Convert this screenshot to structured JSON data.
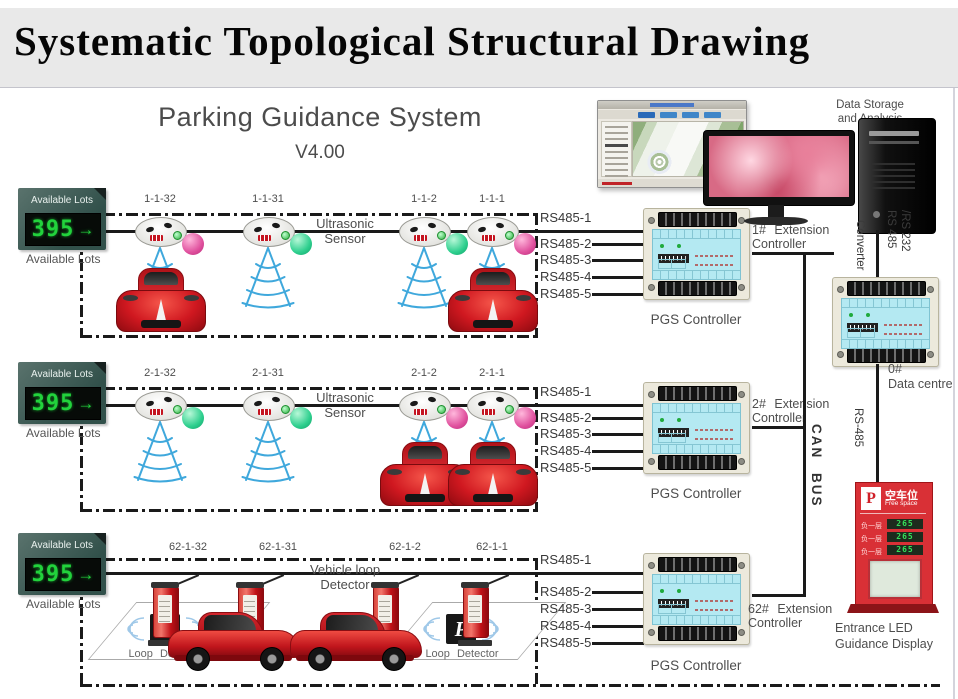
{
  "header": {
    "title": "Systematic Topological Structural Drawing"
  },
  "diagram": {
    "title": "Parking Guidance System",
    "version": "V4.00"
  },
  "sign": {
    "label": "Available Lots",
    "count": "395",
    "arrow": "→",
    "caption": "Available Lots"
  },
  "rows": [
    {
      "zone": "ultrasonic",
      "sensor_ids": [
        "1-1-32",
        "1-1-31",
        "1-1-2",
        "1-1-1"
      ],
      "sensor_states": [
        "occupied",
        "free",
        "free",
        "occupied"
      ],
      "type_label_1": "Ultrasonic",
      "type_label_2": "Sensor",
      "bus": [
        "RS485-1",
        "RS485-2",
        "RS485-3",
        "RS485-4",
        "RS485-5"
      ],
      "controller": "PGS Controller",
      "ext_1": "1# Extension",
      "ext_2": "Controller"
    },
    {
      "zone": "ultrasonic",
      "sensor_ids": [
        "2-1-32",
        "2-1-31",
        "2-1-2",
        "2-1-1"
      ],
      "sensor_states": [
        "free",
        "free",
        "occupied",
        "occupied"
      ],
      "type_label_1": "Ultrasonic",
      "type_label_2": "Sensor",
      "bus": [
        "RS485-1",
        "RS485-2",
        "RS485-3",
        "RS485-4",
        "RS485-5"
      ],
      "controller": "PGS Controller",
      "ext_1": "2# Extension",
      "ext_2": "Controller"
    },
    {
      "zone": "loop",
      "sensor_ids": [
        "62-1-32",
        "62-1-31",
        "62-1-2",
        "62-1-1"
      ],
      "sensor_states": [
        "free",
        "occupied",
        "occupied",
        "free"
      ],
      "type_label_1": "Vehicle loop",
      "type_label_2": "Detector",
      "loop_caption": "Loop Detector",
      "parking_p": "P",
      "bus": [
        "RS485-1",
        "RS485-2",
        "RS485-3",
        "RS485-4",
        "RS485-5"
      ],
      "controller": "PGS Controller",
      "ext_1": "62# Extension",
      "ext_2": "Controller"
    }
  ],
  "right": {
    "data_storage_1": "Data Storage",
    "data_storage_2": "and Analysis",
    "converter": "Converter",
    "iface_1": "RS 485",
    "iface_2": "/RS 232",
    "data_centre_1": "0#",
    "data_centre_2": "Data centre",
    "rs485": "RS-485",
    "can_bus": "CAN BUS",
    "entrance": {
      "p": "P",
      "cn": "空车位",
      "en": "Free space",
      "rows": [
        {
          "floor": "负一层",
          "value": "265"
        },
        {
          "floor": "负一层",
          "value": "265"
        },
        {
          "floor": "负一层",
          "value": "265"
        }
      ]
    },
    "entrance_caption_1": "Entrance LED",
    "entrance_caption_2": "Guidance Display"
  },
  "colors": {
    "led_green": "#22d23c",
    "sign_bg": "#3a564f",
    "alert_red": "#d93036",
    "sonar_blue": "#3fa8dc",
    "arrow_blue": "#29a3e8",
    "panel_cyan": "#b4e9f2"
  },
  "icons": {
    "data_flow_arrow": "left-arrow-icon",
    "parking": "parking-p-icon",
    "sensor": "ultrasonic-sensor-icon"
  }
}
